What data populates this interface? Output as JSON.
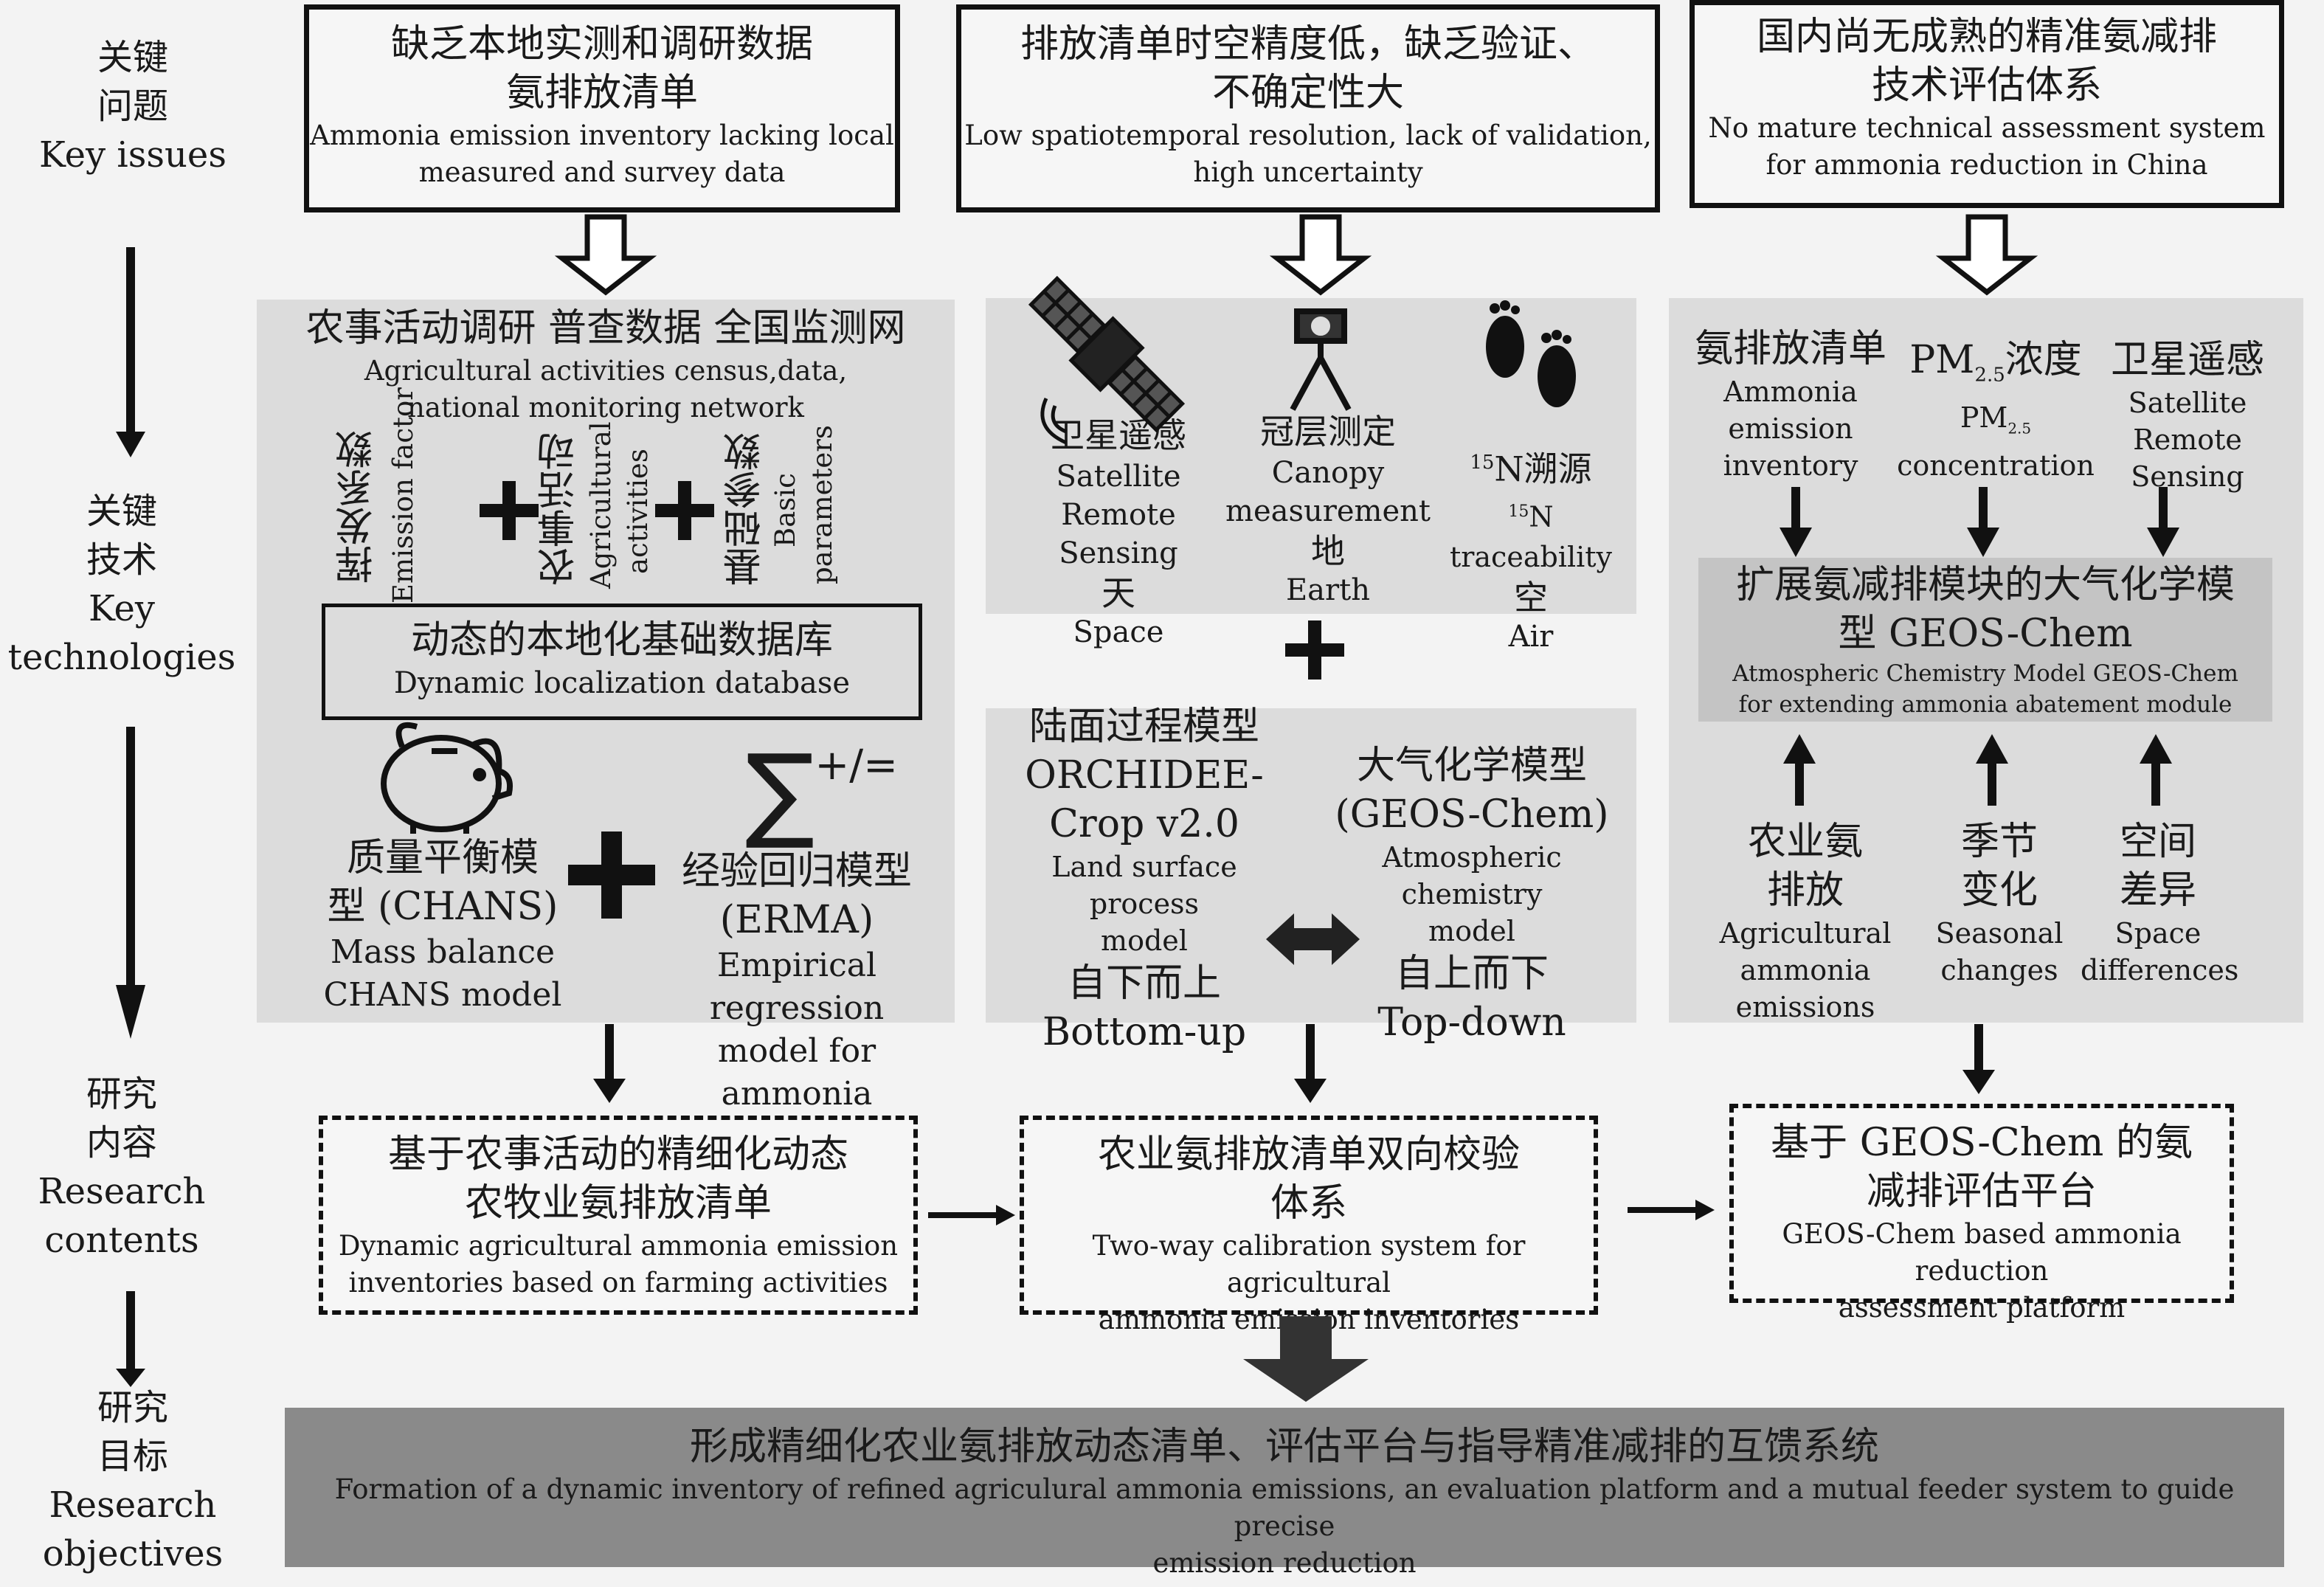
{
  "side_labels": {
    "issues": [
      "关键",
      "问题",
      "Key issues"
    ],
    "technologies": [
      "关键",
      "技术",
      "Key",
      "technologies"
    ],
    "contents": [
      "研究",
      "内容",
      "Research",
      "contents"
    ],
    "objectives": [
      "研究",
      "目标",
      "Research",
      "objectives"
    ]
  },
  "issues": [
    {
      "cn": [
        "缺乏本地实测和调研数据",
        "氨排放清单"
      ],
      "en": [
        "Ammonia emission inventory lacking local",
        "measured and survey data"
      ]
    },
    {
      "cn": [
        "排放清单时空精度低，缺乏验证、",
        "不确定性大"
      ],
      "en": [
        "Low spatiotemporal resolution, lack of validation,",
        "high uncertainty"
      ]
    },
    {
      "cn": [
        "国内尚无成熟的精准氨减排",
        "技术评估体系"
      ],
      "en": [
        "No mature technical assessment system",
        "for ammonia reduction in China"
      ]
    }
  ],
  "panel1": {
    "header_cn": "农事活动调研 普查数据 全国监测网",
    "header_en": [
      "Agricultural activities census,data,",
      "national monitoring network"
    ],
    "factors": [
      {
        "cn": "挥发系数",
        "en": "Emission factor"
      },
      {
        "cn": "农事活动",
        "en": "Agricultural activities"
      },
      {
        "cn": "基础参数",
        "en": "Basic parameters"
      }
    ],
    "database_cn": "动态的本地化基础数据库",
    "database_en": "Dynamic localization database",
    "mass_cn": [
      "质量平衡模",
      "型 (CHANS)"
    ],
    "mass_en": [
      "Mass balance",
      "CHANS model"
    ],
    "erma_cn": [
      "经验回归模型",
      "(ERMA)"
    ],
    "erma_en": [
      "Empirical regression",
      "model for ammonia"
    ],
    "sigma_symbol": "∑",
    "sigma_suffix": "+/="
  },
  "panel2": {
    "top": [
      {
        "cn": "卫星遥感",
        "en": [
          "Satellite Remote",
          "Sensing"
        ],
        "realm_cn": "天",
        "realm_en": "Space"
      },
      {
        "cn": "冠层测定",
        "en": [
          "Canopy",
          "measurement"
        ],
        "realm_cn": "地",
        "realm_en": "Earth"
      },
      {
        "cn_sup": "15",
        "cn": "N溯源",
        "en_sup": "15",
        "en": "N traceability",
        "realm_cn": "空",
        "realm_en": "Air"
      }
    ],
    "left_cn": [
      "陆面过程模型",
      "ORCHIDEE-",
      "Crop v2.0"
    ],
    "left_en": [
      "Land surface process",
      "model"
    ],
    "left_dir_cn": "自下而上",
    "left_dir_en": "Bottom-up",
    "right_cn": [
      "大气化学模型",
      "(GEOS-Chem)"
    ],
    "right_en": [
      "Atmospheric chemistry",
      "model"
    ],
    "right_dir_cn": "自上而下",
    "right_dir_en": "Top-down"
  },
  "panel3": {
    "inputs": [
      {
        "cn": "氨排放清单",
        "en": [
          "Ammonia",
          "emission",
          "inventory"
        ]
      },
      {
        "cn_pre": "PM",
        "cn_sub": "2.5",
        "cn_post": "浓度",
        "en_pre": "PM",
        "en_sub": "2.5",
        "en_post": "concentration"
      },
      {
        "cn": "卫星遥感",
        "en": [
          "Satellite",
          "Remote Sensing"
        ]
      }
    ],
    "model_cn": [
      "扩展氨减排模块的大气化学模",
      "型 GEOS-Chem"
    ],
    "model_en": [
      "Atmospheric Chemistry Model GEOS-Chem",
      "for extending ammonia abatement module"
    ],
    "outputs": [
      {
        "cn": [
          "农业氨",
          "排放"
        ],
        "en": [
          "Agricultural ammonia",
          "emissions"
        ]
      },
      {
        "cn": [
          "季节",
          "变化"
        ],
        "en": [
          "Seasonal",
          "changes"
        ]
      },
      {
        "cn": [
          "空间",
          "差异"
        ],
        "en": [
          "Space",
          "differences"
        ]
      }
    ]
  },
  "contents": [
    {
      "cn": [
        "基于农事活动的精细化动态",
        "农牧业氨排放清单"
      ],
      "en": [
        "Dynamic agricultural ammonia emission",
        "inventories based on farming activities"
      ]
    },
    {
      "cn": [
        "农业氨排放清单双向校验",
        "体系"
      ],
      "en": [
        "Two-way calibration system for agricultural",
        "ammonia emission inventories"
      ]
    },
    {
      "cn": [
        "基于 GEOS-Chem 的氨",
        "减排评估平台"
      ],
      "en": [
        "GEOS-Chem based ammonia reduction",
        "assessment platform"
      ]
    }
  ],
  "objective": {
    "cn": "形成精细化农业氨排放动态清单、评估平台与指导精准减排的互馈系统",
    "en": [
      "Formation of a dynamic inventory of refined agriculural ammonia emissions, an evaluation platform and a mutual feeder system to guide precise",
      "emission reduction"
    ]
  }
}
